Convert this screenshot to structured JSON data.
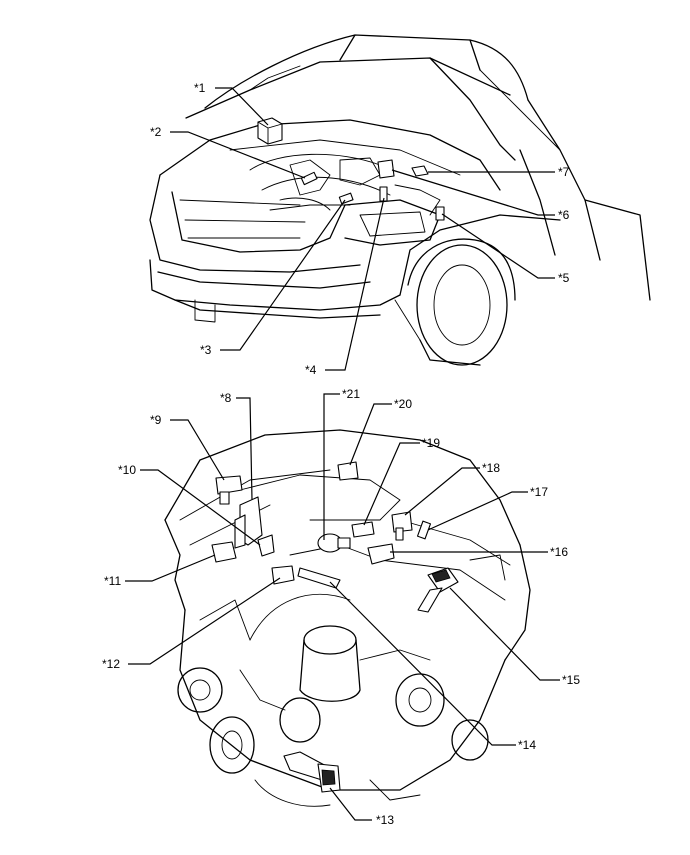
{
  "callouts": [
    {
      "id": "1",
      "label": "*1"
    },
    {
      "id": "2",
      "label": "*2"
    },
    {
      "id": "3",
      "label": "*3"
    },
    {
      "id": "4",
      "label": "*4"
    },
    {
      "id": "5",
      "label": "*5"
    },
    {
      "id": "6",
      "label": "*6"
    },
    {
      "id": "7",
      "label": "*7"
    },
    {
      "id": "8",
      "label": "*8"
    },
    {
      "id": "9",
      "label": "*9"
    },
    {
      "id": "10",
      "label": "*10"
    },
    {
      "id": "11",
      "label": "*11"
    },
    {
      "id": "12",
      "label": "*12"
    },
    {
      "id": "13",
      "label": "*13"
    },
    {
      "id": "14",
      "label": "*14"
    },
    {
      "id": "15",
      "label": "*15"
    },
    {
      "id": "16",
      "label": "*16"
    },
    {
      "id": "17",
      "label": "*17"
    },
    {
      "id": "18",
      "label": "*18"
    },
    {
      "id": "19",
      "label": "*19"
    },
    {
      "id": "20",
      "label": "*20"
    },
    {
      "id": "21",
      "label": "*21"
    }
  ]
}
